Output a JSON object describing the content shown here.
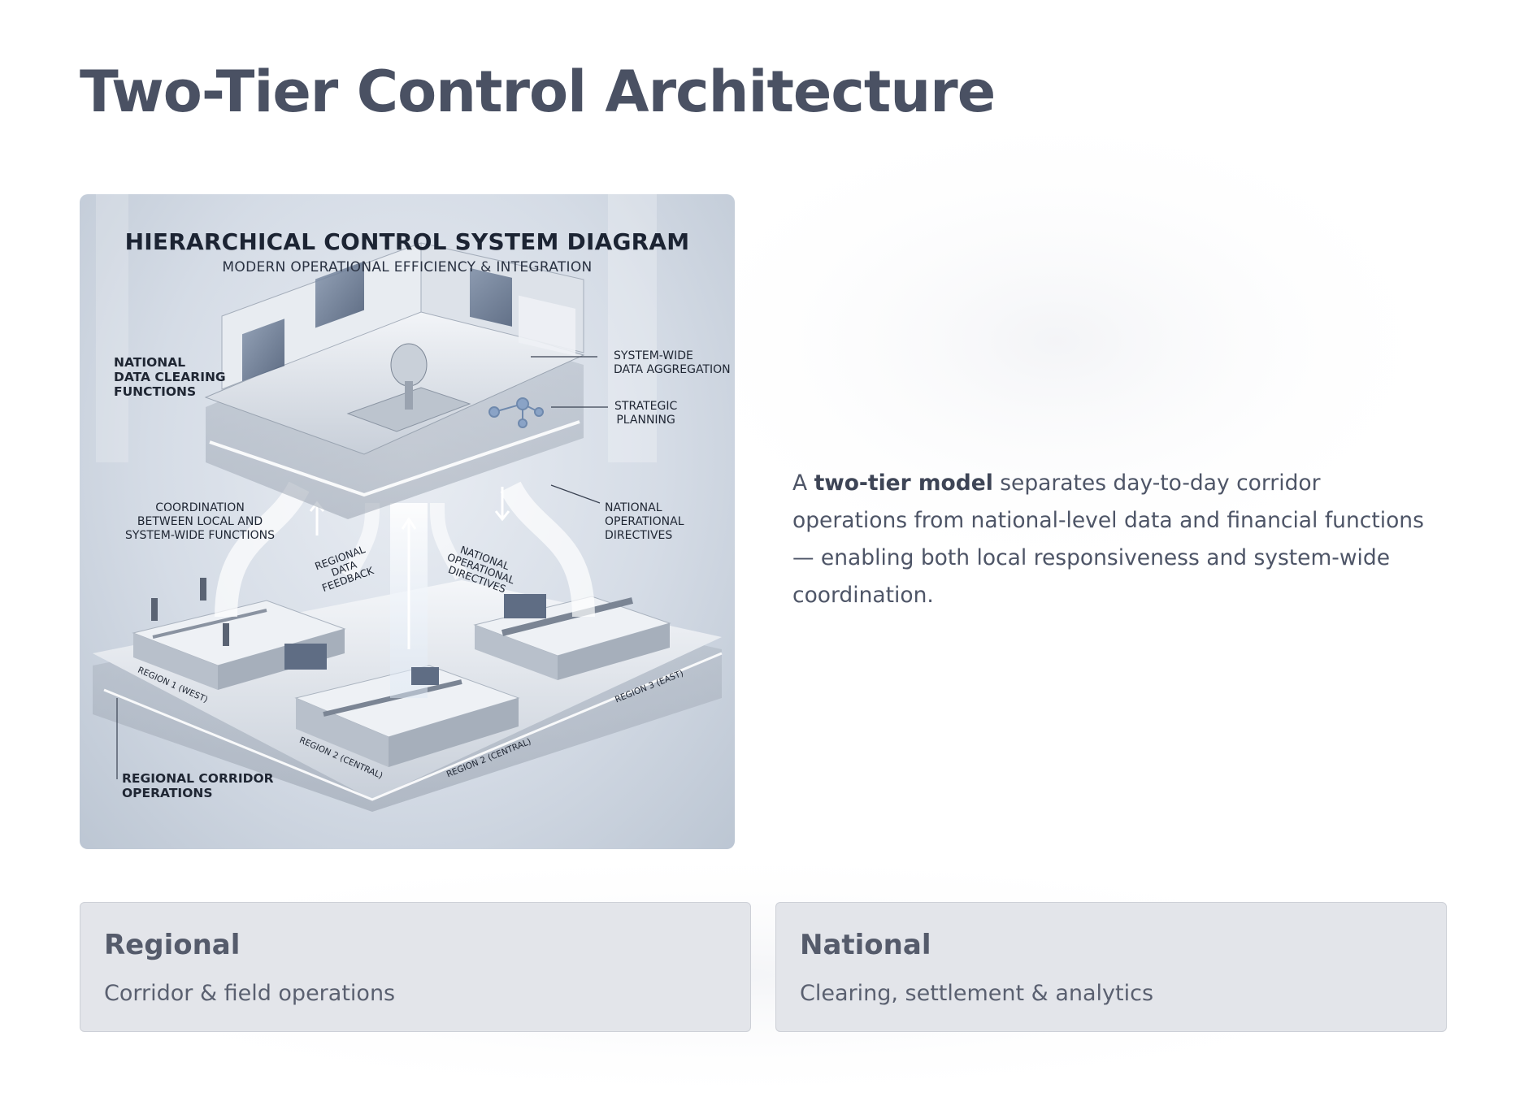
{
  "page": {
    "title": "Two-Tier Control Architecture"
  },
  "figure": {
    "title": "HIERARCHICAL CONTROL SYSTEM DIAGRAM",
    "subtitle": "MODERN OPERATIONAL EFFICIENCY & INTEGRATION",
    "labels": {
      "national_clearing": "NATIONAL\nDATA CLEARING\nFUNCTIONS",
      "system_wide_aggregation": "SYSTEM-WIDE\nDATA AGGREGATION",
      "strategic_planning": "STRATEGIC\nPLANNING",
      "coordination": "COORDINATION\nBETWEEN LOCAL AND\nSYSTEM-WIDE FUNCTIONS",
      "national_directives_right": "NATIONAL\nOPERATIONAL\nDIRECTIVES",
      "regional_feedback": "REGIONAL\nDATA\nFEEDBACK",
      "national_directives_center": "NATIONAL\nOPERATIONAL\nDIRECTIVES",
      "regional_corridor": "REGIONAL CORRIDOR\nOPERATIONS",
      "region_west": "REGION 1 (WEST)",
      "region_central_a": "REGION 2 (CENTRAL)",
      "region_central_b": "REGION 2 (CENTRAL)",
      "region_east": "REGION 3 (EAST)"
    }
  },
  "description": {
    "prefix": "A ",
    "bold": "two-tier model",
    "rest": " separates day-to-day corridor operations from national-level data and financial functions — enabling both local responsiveness and system-wide coordination."
  },
  "cards": [
    {
      "title": "Regional",
      "subtitle": "Corridor & field operations"
    },
    {
      "title": "National",
      "subtitle": "Clearing, settlement & analytics"
    }
  ],
  "colors": {
    "title": "#4a5163",
    "card_bg": "#e3e5ea",
    "card_border": "#cdd0d7"
  }
}
